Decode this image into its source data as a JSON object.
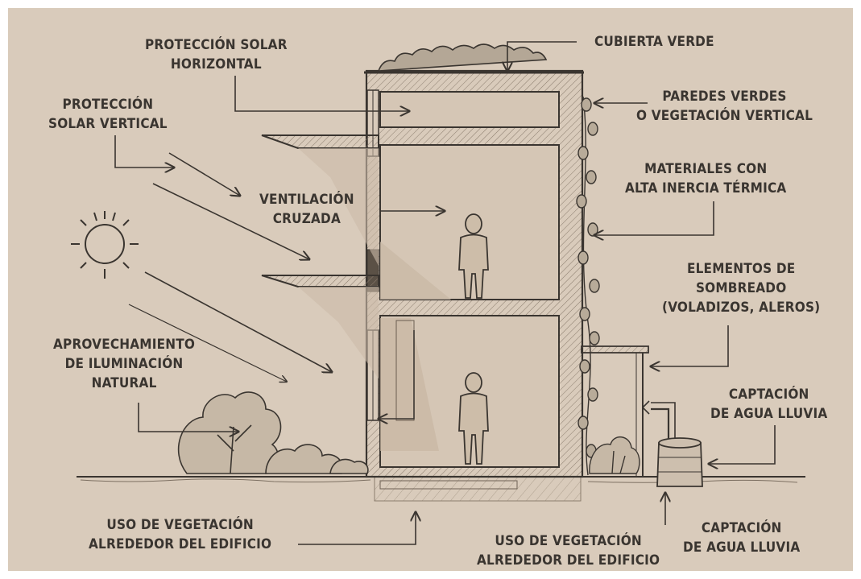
{
  "labels": {
    "proteccion_horizontal": "PROTECCIÓN SOLAR\nHORIZONTAL",
    "cubierta_verde": "CUBIERTA VERDE",
    "proteccion_vertical": "PROTECCIÓN\nSOLAR VERTICAL",
    "paredes_verdes": "PAREDES VERDES\nO VEGETACIÓN VERTICAL",
    "materiales": "MATERIALES CON\nALTA INERCIA TÉRMICA",
    "ventilacion": "VENTILACIÓN\nCRUZADA",
    "elementos_sombreado": "ELEMENTOS DE\nSOMBREADO\n(VOLADIZOS, ALEROS)",
    "aprovechamiento": "APROVECHAMIENTO\nDE ILUMINACIÓN\nNATURAL",
    "captacion_agua_1": "CAPTACIÓN\nDE AGUA LLUVIA",
    "uso_vegetacion_1": "USO DE VEGETACIÓN\nALREDEDOR DEL EDIFICIO",
    "uso_vegetacion_2": "USO DE VEGETACIÓN\nALREDEDOR DEL EDIFICIO",
    "captacion_agua_2": "CAPTACIÓN\nDE AGUA LLUVIA"
  },
  "colors": {
    "paper": "#d9cbbb",
    "ink": "#3a3530",
    "wall_fill": "#cdbba8",
    "room_fill": "#d5c6b5"
  }
}
